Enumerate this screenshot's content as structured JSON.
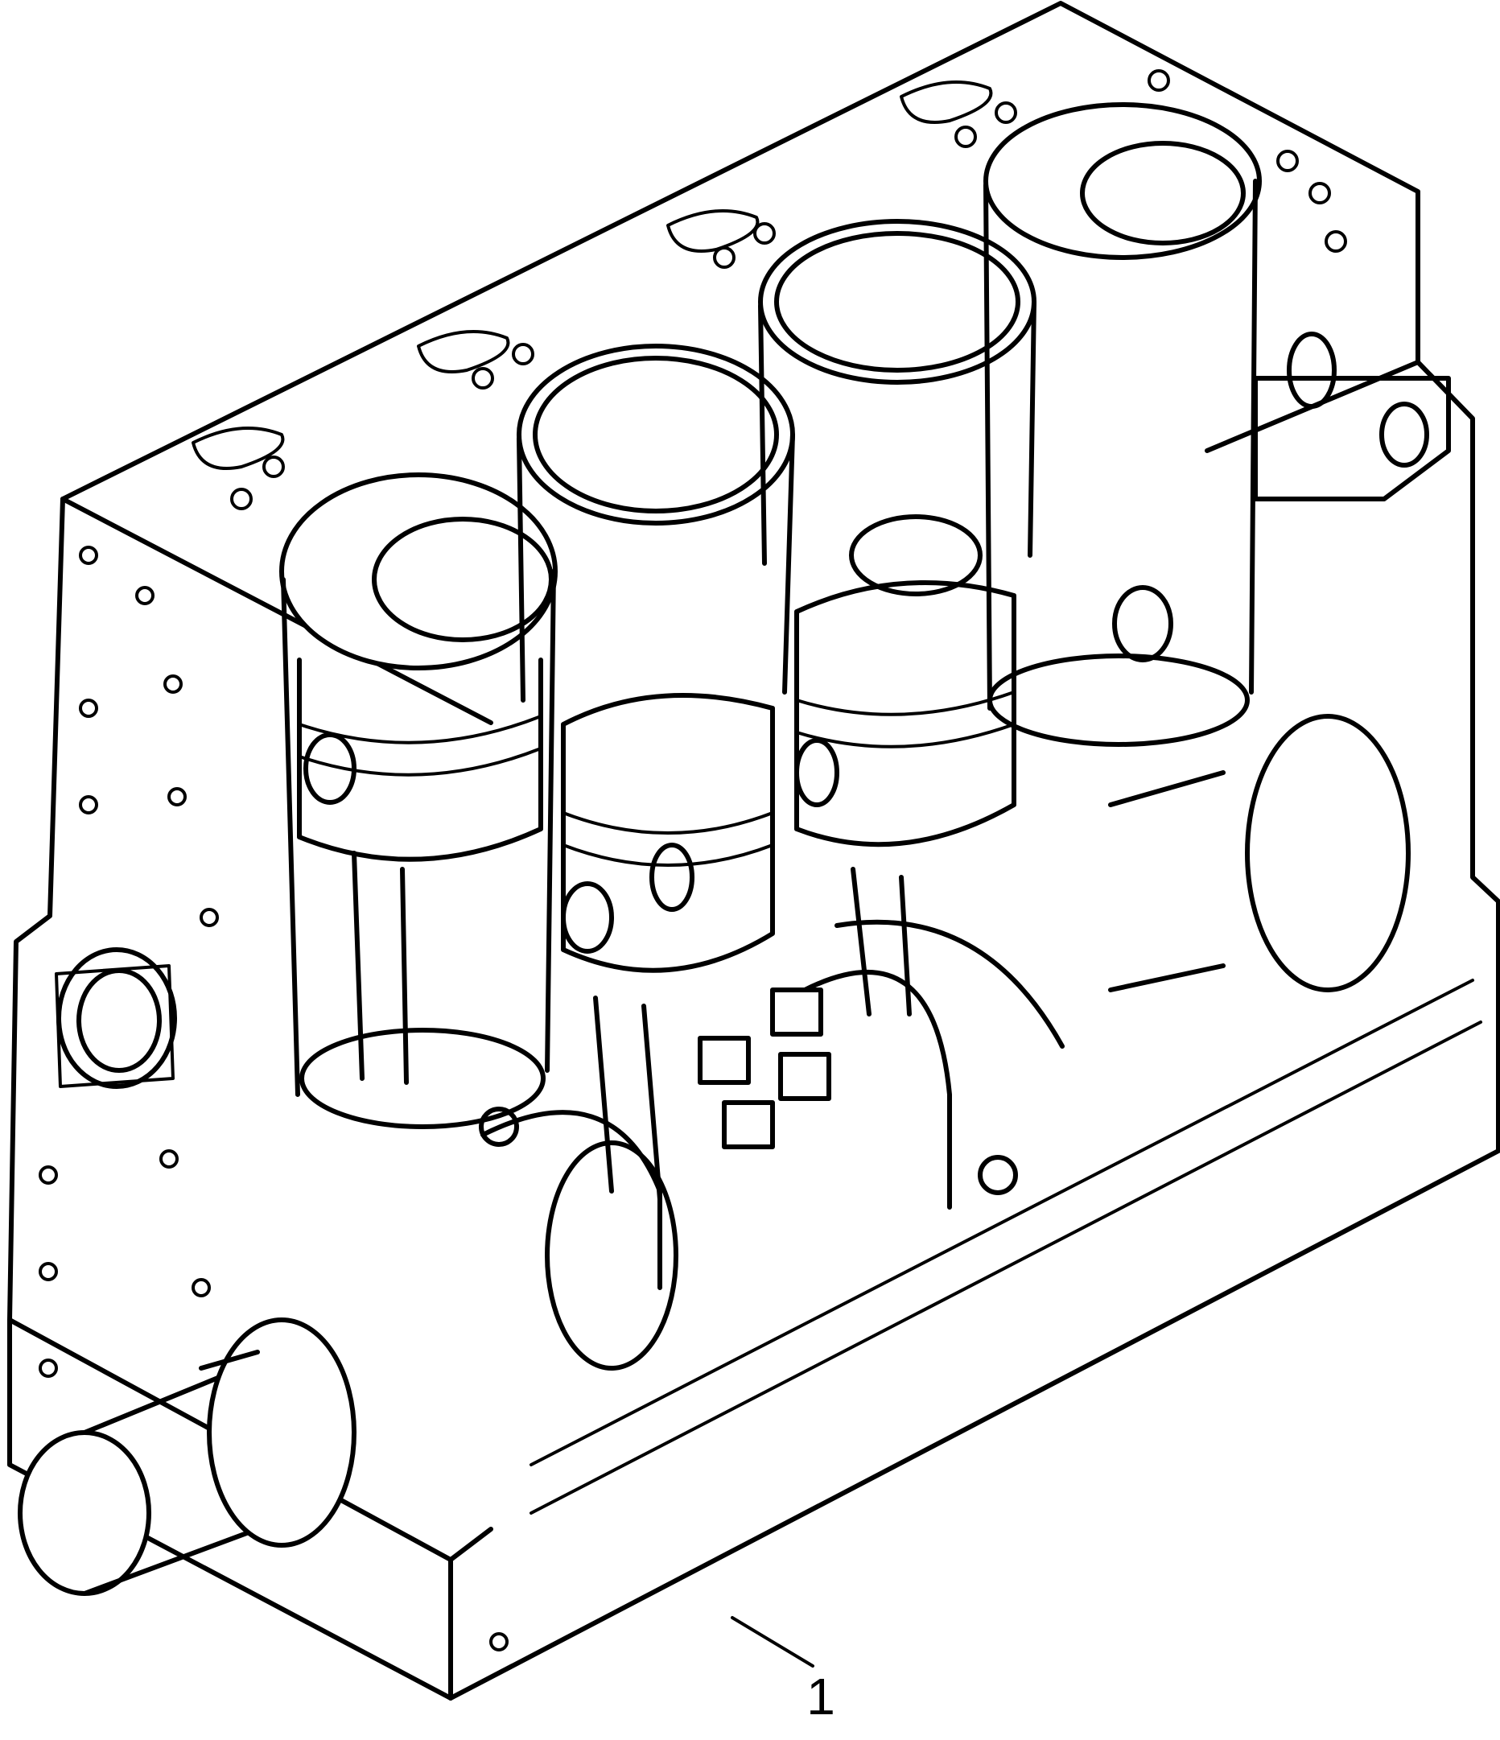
{
  "diagram": {
    "subject": "engine-cylinder-block",
    "stroke_color": "#000000",
    "background_color": "#ffffff",
    "callouts": [
      {
        "id": "callout-1",
        "label": "1"
      }
    ]
  }
}
